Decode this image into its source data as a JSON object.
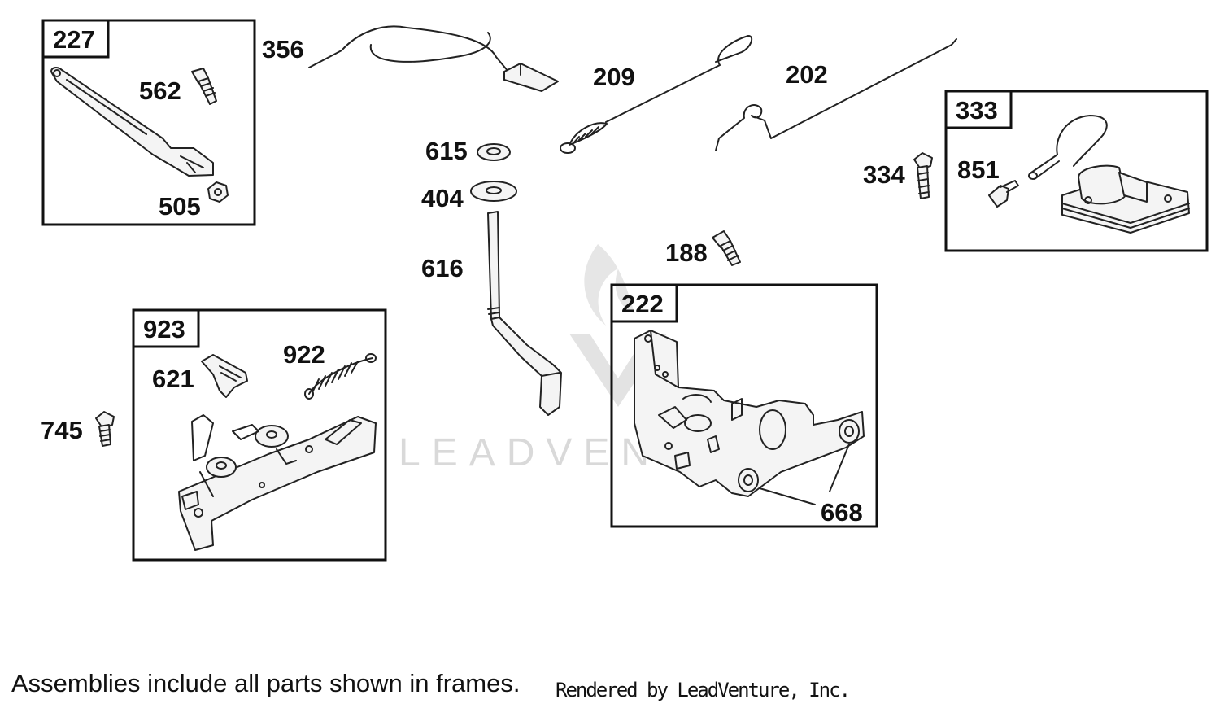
{
  "watermark": "LEADVENTURE",
  "frames": [
    {
      "id": "frame-227",
      "label": "227"
    },
    {
      "id": "frame-333",
      "label": "333"
    },
    {
      "id": "frame-923",
      "label": "923"
    },
    {
      "id": "frame-222",
      "label": "222"
    }
  ],
  "labels": {
    "p356": "356",
    "p209": "209",
    "p202": "202",
    "p562": "562",
    "p505": "505",
    "p615": "615",
    "p404": "404",
    "p616": "616",
    "p188": "188",
    "p334": "334",
    "p851": "851",
    "p621": "621",
    "p922": "922",
    "p745": "745",
    "p668": "668"
  },
  "footer": {
    "note": "Assemblies include all parts shown in frames.",
    "credit": "Rendered by LeadVenture, Inc."
  }
}
